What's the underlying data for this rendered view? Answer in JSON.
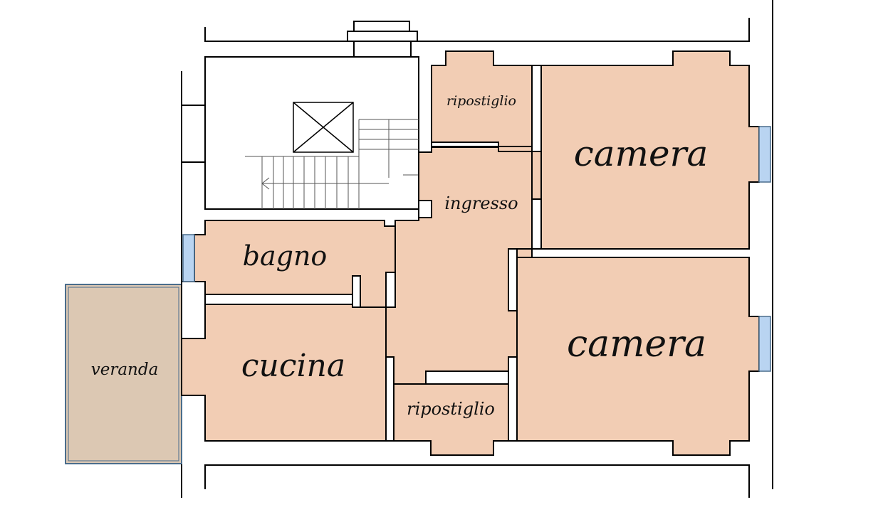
{
  "plan": {
    "rooms": [
      {
        "id": "ripostiglio-top",
        "label": "ripostiglio",
        "kind": "storage"
      },
      {
        "id": "camera-top",
        "label": "camera",
        "kind": "bedroom"
      },
      {
        "id": "ingresso",
        "label": "ingresso",
        "kind": "entrance"
      },
      {
        "id": "bagno",
        "label": "bagno",
        "kind": "bathroom"
      },
      {
        "id": "camera-bottom",
        "label": "camera",
        "kind": "bedroom"
      },
      {
        "id": "cucina",
        "label": "cucina",
        "kind": "kitchen"
      },
      {
        "id": "ripostiglio-bottom",
        "label": "ripostiglio",
        "kind": "storage"
      },
      {
        "id": "veranda",
        "label": "veranda",
        "kind": "veranda"
      }
    ],
    "colors": {
      "room_fill": "#f2cdb4",
      "veranda_fill": "#dcc8b3",
      "window_fill": "#b9d4f1",
      "wall_stroke": "#000000",
      "stair_stroke": "#555555"
    }
  }
}
